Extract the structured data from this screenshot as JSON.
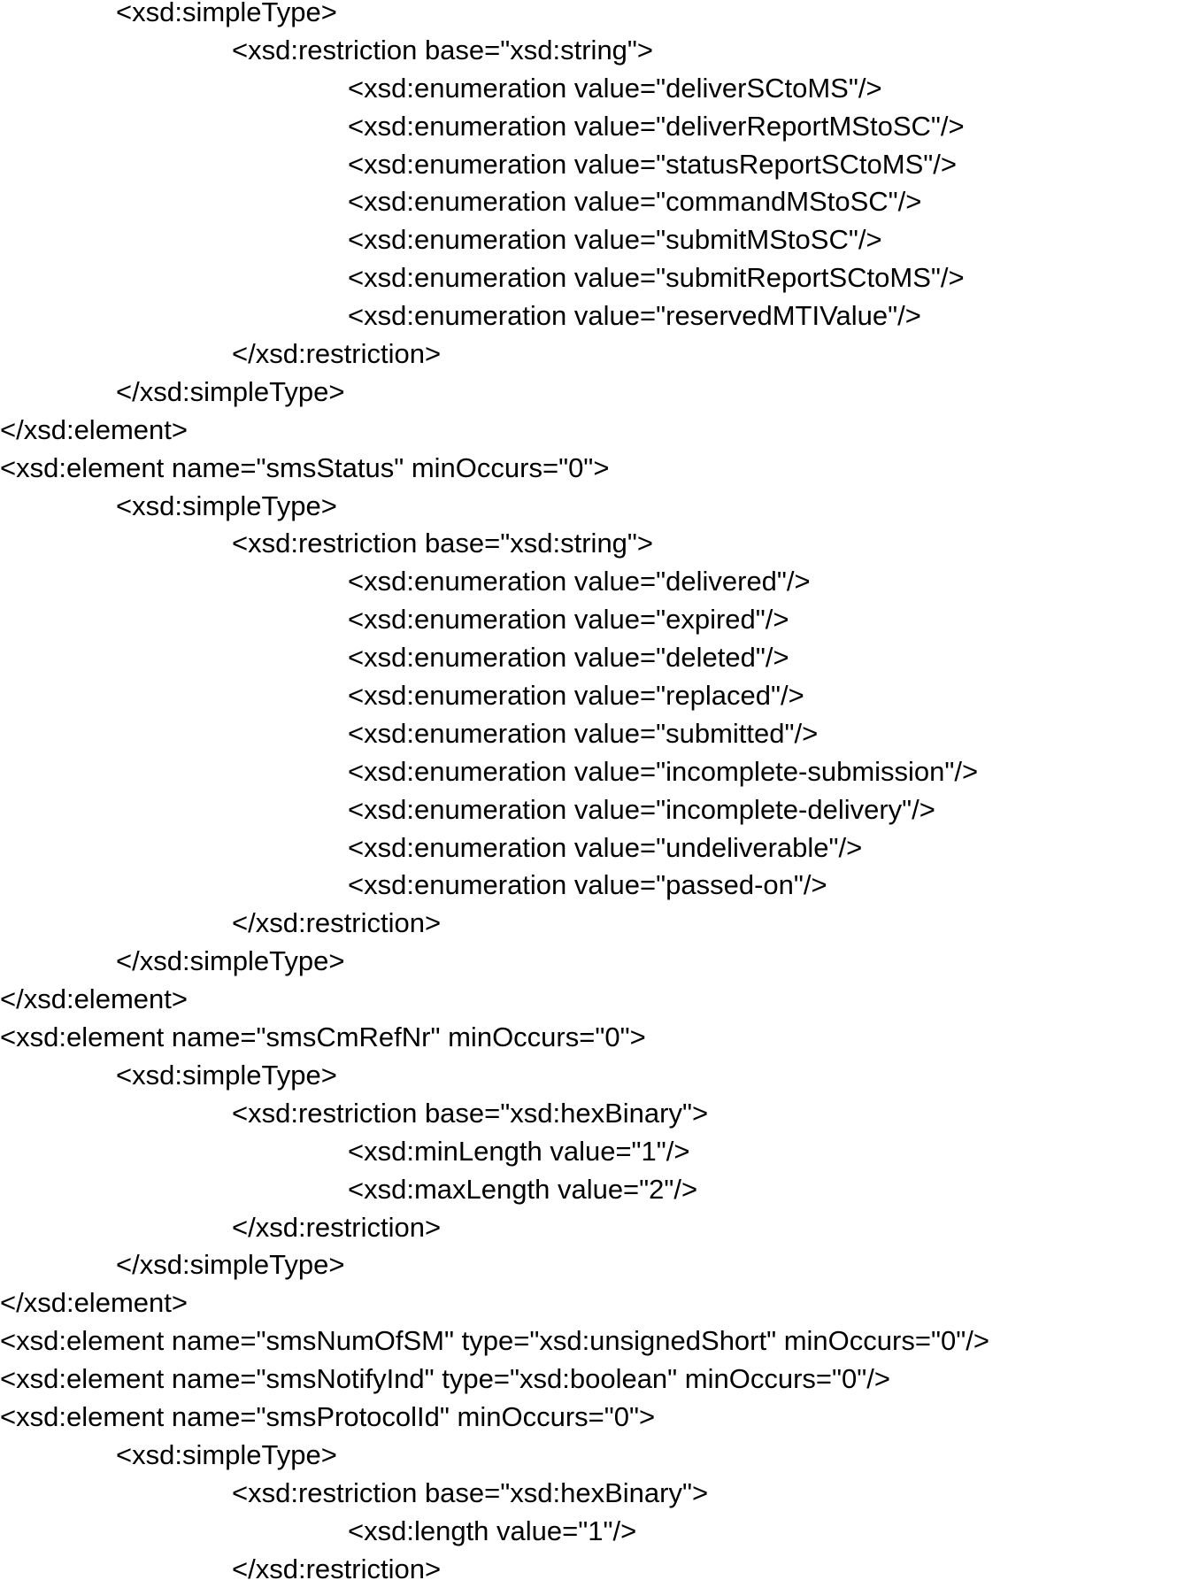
{
  "document": {
    "lines": [
      {
        "indent": 1,
        "text": "<xsd:simpleType>"
      },
      {
        "indent": 2,
        "text": "<xsd:restriction base=\"xsd:string\">"
      },
      {
        "indent": 3,
        "text": "<xsd:enumeration value=\"deliverSCtoMS\"/>"
      },
      {
        "indent": 3,
        "text": "<xsd:enumeration value=\"deliverReportMStoSC\"/>"
      },
      {
        "indent": 3,
        "text": "<xsd:enumeration value=\"statusReportSCtoMS\"/>"
      },
      {
        "indent": 3,
        "text": "<xsd:enumeration value=\"commandMStoSC\"/>"
      },
      {
        "indent": 3,
        "text": "<xsd:enumeration value=\"submitMStoSC\"/>"
      },
      {
        "indent": 3,
        "text": "<xsd:enumeration value=\"submitReportSCtoMS\"/>"
      },
      {
        "indent": 3,
        "text": "<xsd:enumeration value=\"reservedMTIValue\"/>"
      },
      {
        "indent": 2,
        "text": "</xsd:restriction>"
      },
      {
        "indent": 1,
        "text": "</xsd:simpleType>"
      },
      {
        "indent": 0,
        "text": "</xsd:element>"
      },
      {
        "indent": 0,
        "text": "<xsd:element name=\"smsStatus\" minOccurs=\"0\">"
      },
      {
        "indent": 1,
        "text": "<xsd:simpleType>"
      },
      {
        "indent": 2,
        "text": "<xsd:restriction base=\"xsd:string\">"
      },
      {
        "indent": 3,
        "text": "<xsd:enumeration value=\"delivered\"/>"
      },
      {
        "indent": 3,
        "text": "<xsd:enumeration value=\"expired\"/>"
      },
      {
        "indent": 3,
        "text": "<xsd:enumeration value=\"deleted\"/>"
      },
      {
        "indent": 3,
        "text": "<xsd:enumeration value=\"replaced\"/>"
      },
      {
        "indent": 3,
        "text": "<xsd:enumeration value=\"submitted\"/>"
      },
      {
        "indent": 3,
        "text": "<xsd:enumeration value=\"incomplete-submission\"/>"
      },
      {
        "indent": 3,
        "text": "<xsd:enumeration value=\"incomplete-delivery\"/>"
      },
      {
        "indent": 3,
        "text": "<xsd:enumeration value=\"undeliverable\"/>"
      },
      {
        "indent": 3,
        "text": "<xsd:enumeration value=\"passed-on\"/>"
      },
      {
        "indent": 2,
        "text": "</xsd:restriction>"
      },
      {
        "indent": 1,
        "text": "</xsd:simpleType>"
      },
      {
        "indent": 0,
        "text": "</xsd:element>"
      },
      {
        "indent": 0,
        "text": "<xsd:element name=\"smsCmRefNr\" minOccurs=\"0\">"
      },
      {
        "indent": 1,
        "text": "<xsd:simpleType>"
      },
      {
        "indent": 2,
        "text": "<xsd:restriction base=\"xsd:hexBinary\">"
      },
      {
        "indent": 3,
        "text": "<xsd:minLength value=\"1\"/>"
      },
      {
        "indent": 3,
        "text": "<xsd:maxLength value=\"2\"/>"
      },
      {
        "indent": 2,
        "text": "</xsd:restriction>"
      },
      {
        "indent": 1,
        "text": "</xsd:simpleType>"
      },
      {
        "indent": 0,
        "text": "</xsd:element>"
      },
      {
        "indent": 0,
        "text": "<xsd:element name=\"smsNumOfSM\" type=\"xsd:unsignedShort\" minOccurs=\"0\"/>"
      },
      {
        "indent": 0,
        "text": "<xsd:element name=\"smsNotifyInd\" type=\"xsd:boolean\" minOccurs=\"0\"/>"
      },
      {
        "indent": 0,
        "text": "<xsd:element name=\"smsProtocolId\" minOccurs=\"0\">"
      },
      {
        "indent": 1,
        "text": "<xsd:simpleType>"
      },
      {
        "indent": 2,
        "text": "<xsd:restriction base=\"xsd:hexBinary\">"
      },
      {
        "indent": 3,
        "text": "<xsd:length value=\"1\"/>"
      },
      {
        "indent": 2,
        "text": "</xsd:restriction>"
      }
    ]
  }
}
